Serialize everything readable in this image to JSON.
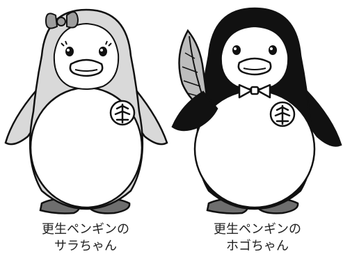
{
  "captions": {
    "sara": {
      "line1": "更生ペンギンの",
      "line2": "サラちゃん"
    },
    "hogo": {
      "line1": "更生ペンギンの",
      "line2": "ホゴちゃん"
    }
  },
  "colors": {
    "background": "#ffffff",
    "outline": "#111111",
    "sara_body": "#d9d9d9",
    "sara_belly": "#ffffff",
    "hogo_body": "#111111",
    "hogo_belly": "#ffffff",
    "beak": "#ffffff",
    "feet": "#6e6e6e",
    "text": "#222222"
  },
  "icons": {
    "badge": "sarasa-tree-badge-icon",
    "ribbon": "ribbon-bow-icon",
    "bowtie": "bow-tie-icon",
    "quill": "feather-quill-icon"
  }
}
